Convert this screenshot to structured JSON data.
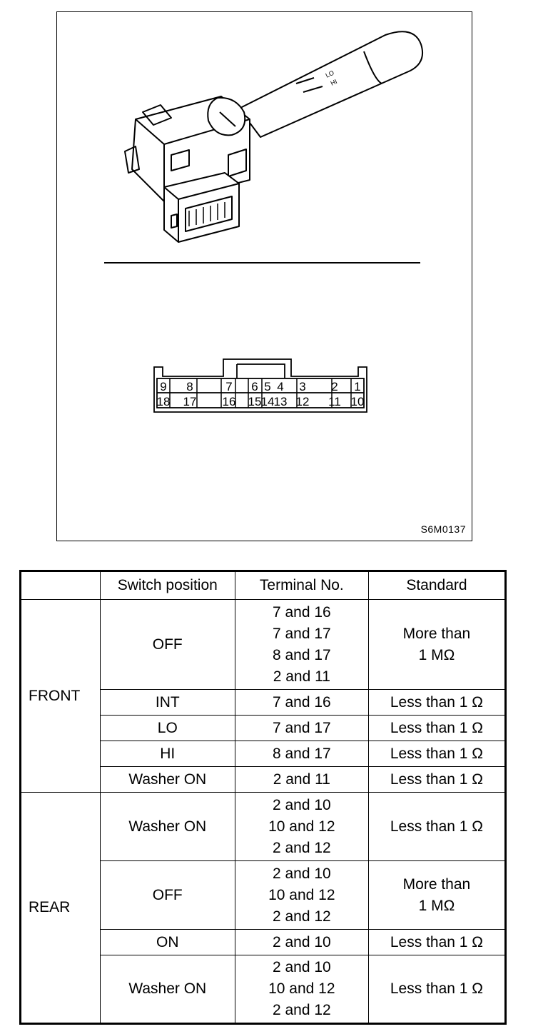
{
  "figure": {
    "code": "S6M0137",
    "stalk_labels": {
      "lo": "LO",
      "hi": "HI"
    },
    "connector_top_pins": [
      "9",
      "8",
      "7",
      "6",
      "5",
      "4",
      "3",
      "2",
      "1"
    ],
    "connector_bottom_pins": [
      "18",
      "17",
      "16",
      "15",
      "14",
      "13",
      "12",
      "11",
      "10"
    ]
  },
  "table": {
    "headers": [
      "",
      "Switch position",
      "Terminal No.",
      "Standard"
    ],
    "groups": [
      {
        "name": "FRONT",
        "rows": [
          {
            "position": "OFF",
            "terminals": [
              "7 and 16",
              "7 and 17",
              "8 and 17",
              "2 and 11"
            ],
            "standard": [
              "More than",
              "1 MΩ"
            ]
          },
          {
            "position": "INT",
            "terminals": [
              "7 and 16"
            ],
            "standard": [
              "Less than 1 Ω"
            ]
          },
          {
            "position": "LO",
            "terminals": [
              "7 and 17"
            ],
            "standard": [
              "Less than 1 Ω"
            ]
          },
          {
            "position": "HI",
            "terminals": [
              "8 and 17"
            ],
            "standard": [
              "Less than 1 Ω"
            ]
          },
          {
            "position": "Washer ON",
            "terminals": [
              "2 and 11"
            ],
            "standard": [
              "Less than 1 Ω"
            ]
          }
        ]
      },
      {
        "name": "REAR",
        "rows": [
          {
            "position": "Washer ON",
            "terminals": [
              "2 and 10",
              "10 and 12",
              "2 and 12"
            ],
            "standard": [
              "Less than 1 Ω"
            ]
          },
          {
            "position": "OFF",
            "terminals": [
              "2 and 10",
              "10 and 12",
              "2 and 12"
            ],
            "standard": [
              "More than",
              "1 MΩ"
            ]
          },
          {
            "position": "ON",
            "terminals": [
              "2 and 10"
            ],
            "standard": [
              "Less than 1 Ω"
            ]
          },
          {
            "position": "Washer ON",
            "terminals": [
              "2 and 10",
              "10 and 12",
              "2 and 12"
            ],
            "standard": [
              "Less than 1 Ω"
            ]
          }
        ]
      }
    ]
  }
}
